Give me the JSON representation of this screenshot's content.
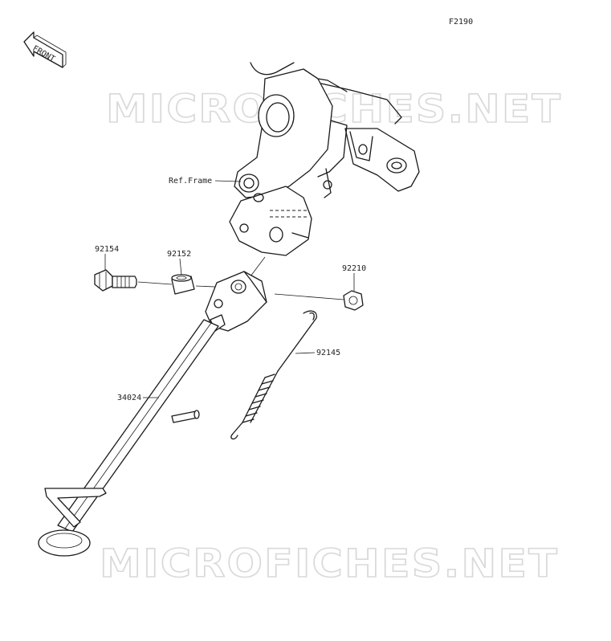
{
  "figure_code": "F2190",
  "front_badge": "FRONT",
  "watermarks": [
    "MICROFICHES.NET",
    "MICROFICHES.NET"
  ],
  "callouts": {
    "ref_frame": "Ref.Frame",
    "bolt": "92154",
    "collar": "92152",
    "nut": "92210",
    "spring": "92145",
    "sidestand": "34024"
  },
  "colors": {
    "line": "#1a1a1a",
    "watermark": "#d9d9d9",
    "background": "#ffffff"
  }
}
